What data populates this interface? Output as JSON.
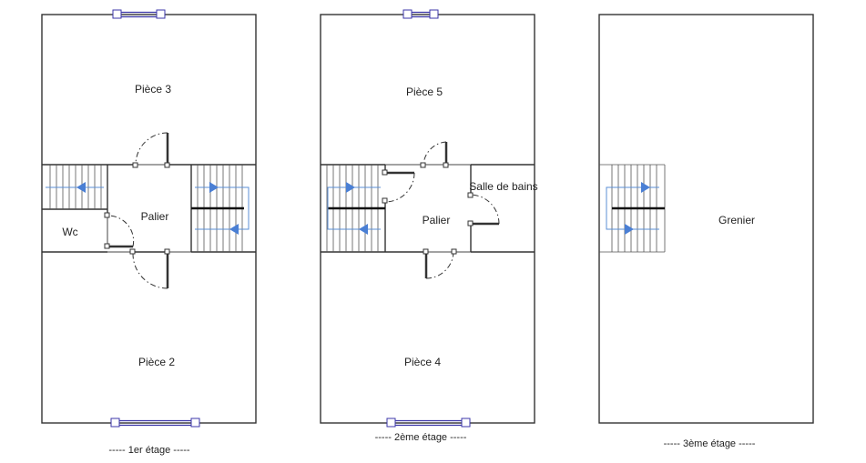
{
  "floors": [
    {
      "caption": "-----  1er étage  -----",
      "rooms": {
        "top": "Pièce 3",
        "bottom": "Pièce 2",
        "landing": "Palier",
        "wc": "Wc"
      }
    },
    {
      "caption": "-----  2ème étage  -----",
      "rooms": {
        "top": "Pièce 5",
        "bottom": "Pièce 4",
        "landing": "Palier",
        "bathroom": "Salle de bains"
      }
    },
    {
      "caption": "-----  3ème étage  -----",
      "rooms": {
        "attic": "Grenier"
      }
    }
  ],
  "colors": {
    "wall": "#333333",
    "window": "#3b36a8",
    "stair_arrow": "#4a7fd4"
  }
}
